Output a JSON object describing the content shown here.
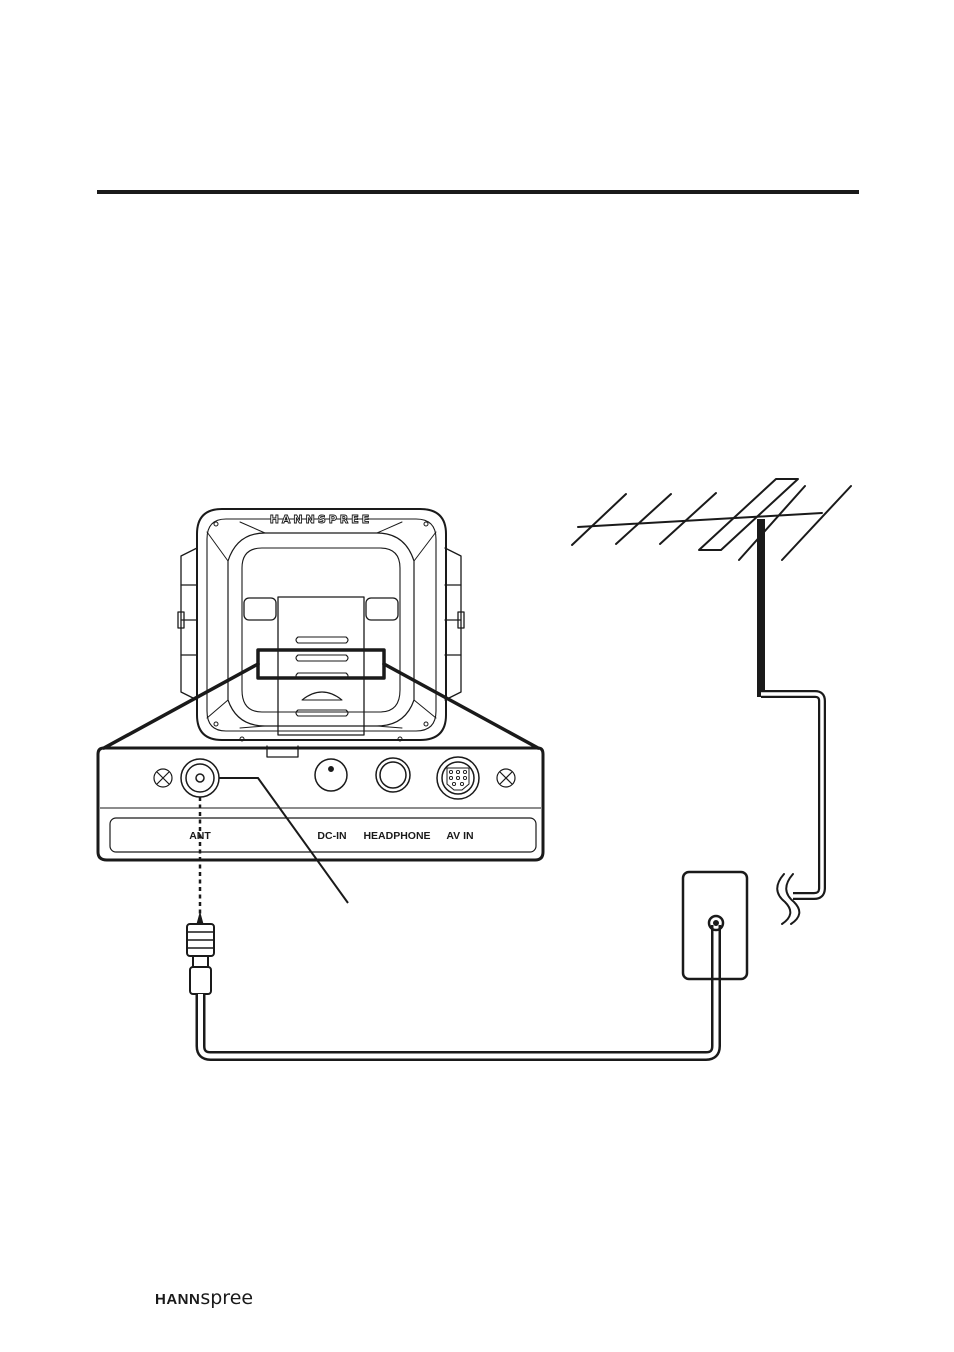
{
  "panel": {
    "ant": "ANT",
    "dcin": "DC-IN",
    "headphone": "HEADPHONE",
    "avin": "AV IN"
  },
  "tv": {
    "brand": "HANNSPREE"
  },
  "footer": {
    "brand_bold": "HANN",
    "brand_light": "spree"
  },
  "colors": {
    "ink": "#1a1a1a",
    "paper": "#ffffff"
  }
}
